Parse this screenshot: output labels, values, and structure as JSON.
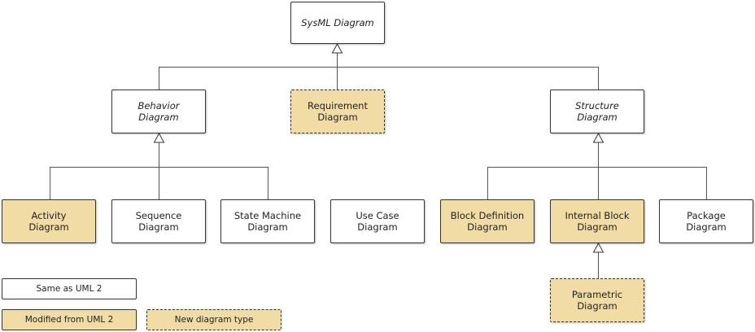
{
  "nodes": {
    "sysml": "SysML Diagram",
    "behavior": "Behavior\nDiagram",
    "requirement": "Requirement\nDiagram",
    "structure": "Structure\nDiagram",
    "activity": "Activity\nDiagram",
    "sequence": "Sequence\nDiagram",
    "state_machine": "State Machine\nDiagram",
    "use_case": "Use Case\nDiagram",
    "block_definition": "Block Definition\nDiagram",
    "internal_block": "Internal Block\nDiagram",
    "package": "Package\nDiagram",
    "parametric": "Parametric\nDiagram"
  },
  "legend": {
    "same": "Same as UML 2",
    "modified": "Modified from UML 2",
    "new": "New diagram type"
  },
  "colors": {
    "modified_fill": "#f2dca6",
    "border": "#333333",
    "line": "#555555"
  }
}
